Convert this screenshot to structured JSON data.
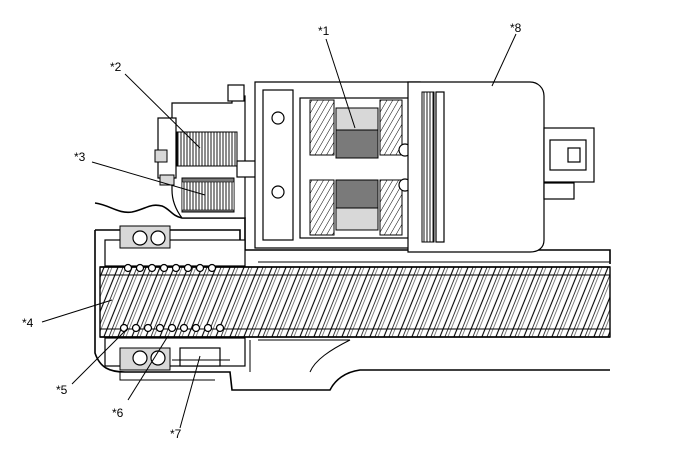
{
  "labels": {
    "l1": "*1",
    "l2": "*2",
    "l3": "*3",
    "l4": "*4",
    "l5": "*5",
    "l6": "*6",
    "l7": "*7",
    "l8": "*8"
  }
}
